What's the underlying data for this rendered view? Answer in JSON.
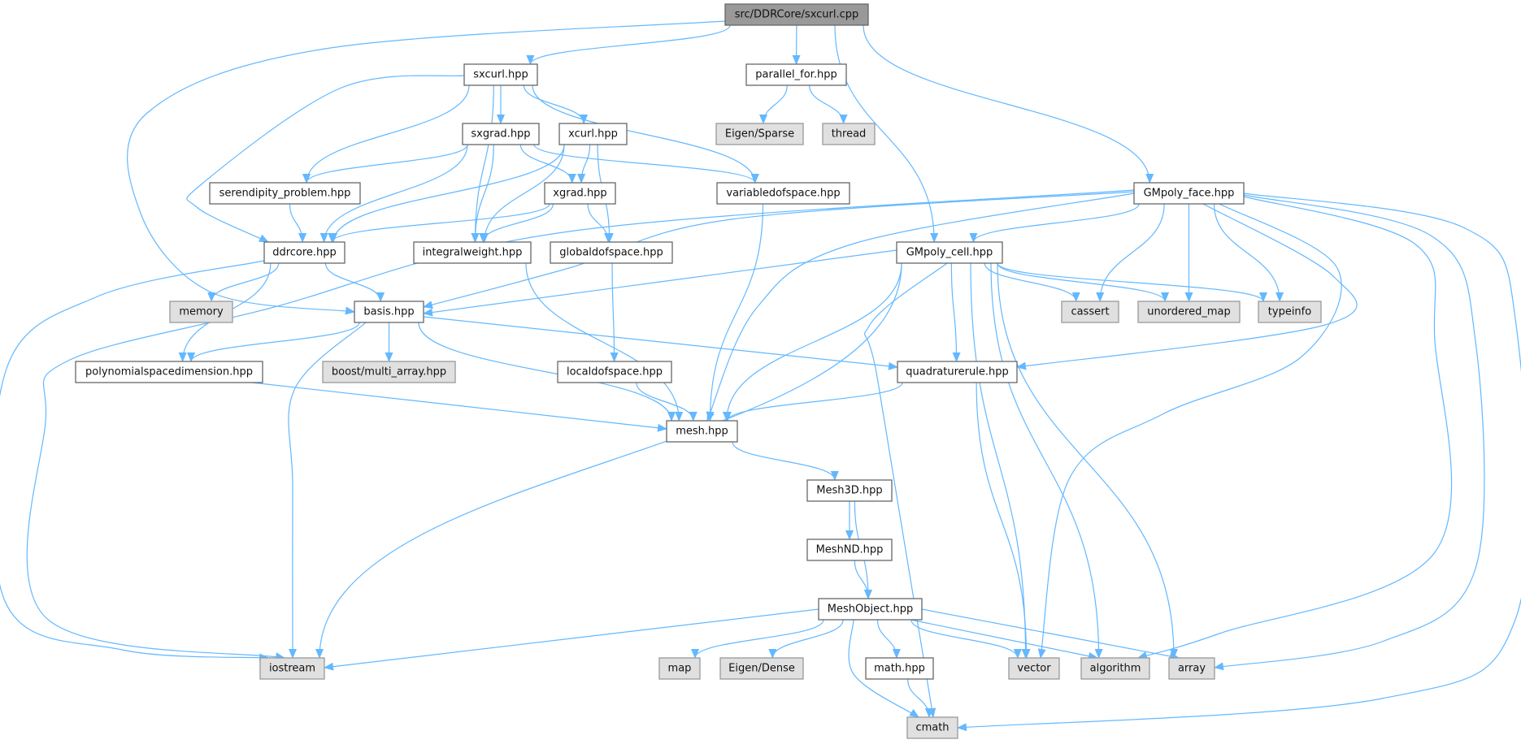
{
  "title": "src/DDRCore/sxcurl.cpp",
  "colors": {
    "edge": "#63b8ff",
    "root_fill": "#999999",
    "external_fill": "#e0e0e0",
    "local_fill": "#ffffff"
  },
  "nodes": [
    {
      "label": "src/DDRCore/sxcurl.cpp",
      "kind": "root"
    },
    {
      "label": "sxcurl.hpp",
      "kind": "local"
    },
    {
      "label": "parallel_for.hpp",
      "kind": "local"
    },
    {
      "label": "sxgrad.hpp",
      "kind": "local"
    },
    {
      "label": "xcurl.hpp",
      "kind": "local"
    },
    {
      "label": "Eigen/Sparse",
      "kind": "external"
    },
    {
      "label": "thread",
      "kind": "external"
    },
    {
      "label": "serendipity_problem.hpp",
      "kind": "local"
    },
    {
      "label": "xgrad.hpp",
      "kind": "local"
    },
    {
      "label": "variabledofspace.hpp",
      "kind": "local"
    },
    {
      "label": "GMpoly_face.hpp",
      "kind": "local"
    },
    {
      "label": "ddrcore.hpp",
      "kind": "local"
    },
    {
      "label": "integralweight.hpp",
      "kind": "local"
    },
    {
      "label": "globaldofspace.hpp",
      "kind": "local"
    },
    {
      "label": "GMpoly_cell.hpp",
      "kind": "local"
    },
    {
      "label": "memory",
      "kind": "external"
    },
    {
      "label": "basis.hpp",
      "kind": "local"
    },
    {
      "label": "cassert",
      "kind": "external"
    },
    {
      "label": "unordered_map",
      "kind": "external"
    },
    {
      "label": "typeinfo",
      "kind": "external"
    },
    {
      "label": "polynomialspacedimension.hpp",
      "kind": "local"
    },
    {
      "label": "boost/multi_array.hpp",
      "kind": "external"
    },
    {
      "label": "localdofspace.hpp",
      "kind": "local"
    },
    {
      "label": "quadraturerule.hpp",
      "kind": "local"
    },
    {
      "label": "mesh.hpp",
      "kind": "local"
    },
    {
      "label": "Mesh3D.hpp",
      "kind": "local"
    },
    {
      "label": "MeshND.hpp",
      "kind": "local"
    },
    {
      "label": "MeshObject.hpp",
      "kind": "local"
    },
    {
      "label": "iostream",
      "kind": "external"
    },
    {
      "label": "map",
      "kind": "external"
    },
    {
      "label": "Eigen/Dense",
      "kind": "external"
    },
    {
      "label": "math.hpp",
      "kind": "local"
    },
    {
      "label": "vector",
      "kind": "external"
    },
    {
      "label": "algorithm",
      "kind": "external"
    },
    {
      "label": "array",
      "kind": "external"
    },
    {
      "label": "cmath",
      "kind": "external"
    }
  ],
  "edges": [
    [
      "src/DDRCore/sxcurl.cpp",
      "basis.hpp"
    ],
    [
      "src/DDRCore/sxcurl.cpp",
      "sxcurl.hpp"
    ],
    [
      "src/DDRCore/sxcurl.cpp",
      "parallel_for.hpp"
    ],
    [
      "src/DDRCore/sxcurl.cpp",
      "GMpoly_cell.hpp"
    ],
    [
      "src/DDRCore/sxcurl.cpp",
      "GMpoly_face.hpp"
    ],
    [
      "sxcurl.hpp",
      "ddrcore.hpp"
    ],
    [
      "sxcurl.hpp",
      "serendipity_problem.hpp"
    ],
    [
      "sxcurl.hpp",
      "sxgrad.hpp"
    ],
    [
      "sxcurl.hpp",
      "xcurl.hpp"
    ],
    [
      "sxcurl.hpp",
      "integralweight.hpp"
    ],
    [
      "sxcurl.hpp",
      "variabledofspace.hpp"
    ],
    [
      "parallel_for.hpp",
      "Eigen/Sparse"
    ],
    [
      "parallel_for.hpp",
      "thread"
    ],
    [
      "sxgrad.hpp",
      "serendipity_problem.hpp"
    ],
    [
      "sxgrad.hpp",
      "ddrcore.hpp"
    ],
    [
      "sxgrad.hpp",
      "integralweight.hpp"
    ],
    [
      "sxgrad.hpp",
      "xgrad.hpp"
    ],
    [
      "sxgrad.hpp",
      "variabledofspace.hpp"
    ],
    [
      "xcurl.hpp",
      "ddrcore.hpp"
    ],
    [
      "xcurl.hpp",
      "xgrad.hpp"
    ],
    [
      "xcurl.hpp",
      "integralweight.hpp"
    ],
    [
      "xcurl.hpp",
      "globaldofspace.hpp"
    ],
    [
      "serendipity_problem.hpp",
      "ddrcore.hpp"
    ],
    [
      "variabledofspace.hpp",
      "mesh.hpp"
    ],
    [
      "xgrad.hpp",
      "ddrcore.hpp"
    ],
    [
      "xgrad.hpp",
      "integralweight.hpp"
    ],
    [
      "xgrad.hpp",
      "globaldofspace.hpp"
    ],
    [
      "ddrcore.hpp",
      "iostream"
    ],
    [
      "ddrcore.hpp",
      "memory"
    ],
    [
      "ddrcore.hpp",
      "basis.hpp"
    ],
    [
      "ddrcore.hpp",
      "polynomialspacedimension.hpp"
    ],
    [
      "integralweight.hpp",
      "mesh.hpp"
    ],
    [
      "globaldofspace.hpp",
      "localdofspace.hpp"
    ],
    [
      "GMpoly_face.hpp",
      "iostream"
    ],
    [
      "GMpoly_face.hpp",
      "basis.hpp"
    ],
    [
      "GMpoly_face.hpp",
      "mesh.hpp"
    ],
    [
      "GMpoly_face.hpp",
      "GMpoly_cell.hpp"
    ],
    [
      "GMpoly_face.hpp",
      "cassert"
    ],
    [
      "GMpoly_face.hpp",
      "unordered_map"
    ],
    [
      "GMpoly_face.hpp",
      "typeinfo"
    ],
    [
      "GMpoly_face.hpp",
      "quadraturerule.hpp"
    ],
    [
      "GMpoly_face.hpp",
      "vector"
    ],
    [
      "GMpoly_face.hpp",
      "algorithm"
    ],
    [
      "GMpoly_face.hpp",
      "array"
    ],
    [
      "GMpoly_face.hpp",
      "cmath"
    ],
    [
      "GMpoly_cell.hpp",
      "basis.hpp"
    ],
    [
      "GMpoly_cell.hpp",
      "mesh.hpp"
    ],
    [
      "GMpoly_cell.hpp",
      "iostream"
    ],
    [
      "GMpoly_cell.hpp",
      "cmath"
    ],
    [
      "GMpoly_cell.hpp",
      "quadraturerule.hpp"
    ],
    [
      "GMpoly_cell.hpp",
      "vector"
    ],
    [
      "GMpoly_cell.hpp",
      "algorithm"
    ],
    [
      "GMpoly_cell.hpp",
      "array"
    ],
    [
      "GMpoly_cell.hpp",
      "cassert"
    ],
    [
      "GMpoly_cell.hpp",
      "unordered_map"
    ],
    [
      "GMpoly_cell.hpp",
      "typeinfo"
    ],
    [
      "basis.hpp",
      "polynomialspacedimension.hpp"
    ],
    [
      "basis.hpp",
      "boost/multi_array.hpp"
    ],
    [
      "basis.hpp",
      "iostream"
    ],
    [
      "basis.hpp",
      "mesh.hpp"
    ],
    [
      "basis.hpp",
      "quadraturerule.hpp"
    ],
    [
      "polynomialspacedimension.hpp",
      "mesh.hpp"
    ],
    [
      "localdofspace.hpp",
      "mesh.hpp"
    ],
    [
      "quadraturerule.hpp",
      "mesh.hpp"
    ],
    [
      "quadraturerule.hpp",
      "vector"
    ],
    [
      "mesh.hpp",
      "Mesh3D.hpp"
    ],
    [
      "Mesh3D.hpp",
      "MeshND.hpp"
    ],
    [
      "Mesh3D.hpp",
      "MeshObject.hpp"
    ],
    [
      "MeshND.hpp",
      "MeshObject.hpp"
    ],
    [
      "MeshObject.hpp",
      "iostream"
    ],
    [
      "MeshObject.hpp",
      "map"
    ],
    [
      "MeshObject.hpp",
      "Eigen/Dense"
    ],
    [
      "MeshObject.hpp",
      "cmath"
    ],
    [
      "MeshObject.hpp",
      "math.hpp"
    ],
    [
      "MeshObject.hpp",
      "vector"
    ],
    [
      "MeshObject.hpp",
      "algorithm"
    ],
    [
      "MeshObject.hpp",
      "array"
    ],
    [
      "math.hpp",
      "cmath"
    ]
  ]
}
